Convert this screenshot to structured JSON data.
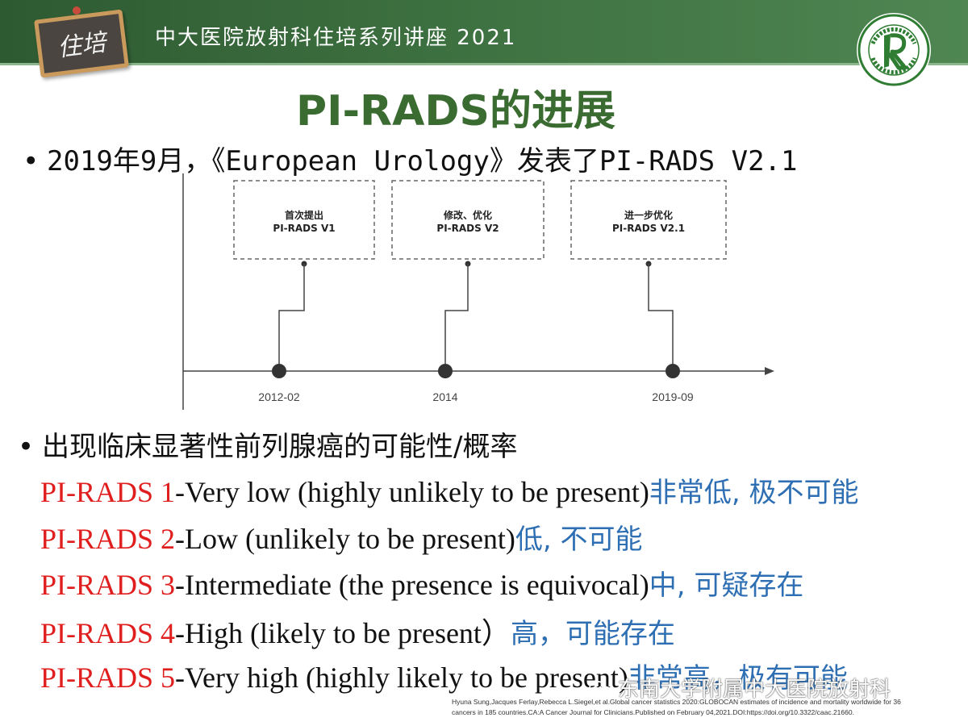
{
  "header": {
    "badge_text": "住培",
    "title": "中大医院放射科住培系列讲座 2021",
    "colors": {
      "bar": "#3d7040",
      "badge_frame": "#c99a5b"
    }
  },
  "logo": {
    "icon": "hospital-seal-icon",
    "color": "#2e7d32"
  },
  "slide": {
    "title": "PI-RADS的进展",
    "bullet1": "2019年9月，《European Urology》发表了PI-RADS V2.1",
    "timeline": {
      "events": [
        {
          "line1": "首次提出",
          "line2": "PI-RADS V1",
          "date": "2012-02"
        },
        {
          "line1": "修改、优化",
          "line2": "PI-RADS V2",
          "date": "2014"
        },
        {
          "line1": "进一步优化",
          "line2": "PI-RADS V2.1",
          "date": "2019-09"
        }
      ]
    },
    "bullet2": "出现临床显著性前列腺癌的可能性/概率",
    "rads": [
      {
        "name": "PI-RADS 1",
        "desc": "-Very low (highly unlikely to be present)",
        "cn": "非常低, 极不可能"
      },
      {
        "name": "PI-RADS 2",
        "desc": "-Low (unlikely to be present)",
        "cn": "低, 不可能"
      },
      {
        "name": "PI-RADS 3",
        "desc": "-Intermediate (the presence is equivocal)",
        "cn": "中, 可疑存在"
      },
      {
        "name": "PI-RADS 4",
        "desc": "-High (likely to be present）",
        "cn": "高，可能存在"
      },
      {
        "name": "PI-RADS 5",
        "desc": "-Very high (highly likely to be present)",
        "cn": "非常高，极有可能"
      }
    ],
    "colors": {
      "rads_name": "#e01e1e",
      "rads_cn": "#2e6fb3",
      "title": "#3a6b30"
    }
  },
  "watermark": {
    "text": "东南大学附属中大医院放射科",
    "icon": "wechat-icon"
  },
  "citation": {
    "line1": "Hyuna Sung,Jacques Ferlay,Rebecca L.Siegel,et al.Global cancer statistics 2020:GLOBOCAN estimates of incidence and mortality worldwide for 36",
    "line2": "cancers in 185 countries.CA:A Cancer Journal for Clinicians.Published on February 04,2021.DOI:https://doi.org/10.3322/caac.21660."
  }
}
